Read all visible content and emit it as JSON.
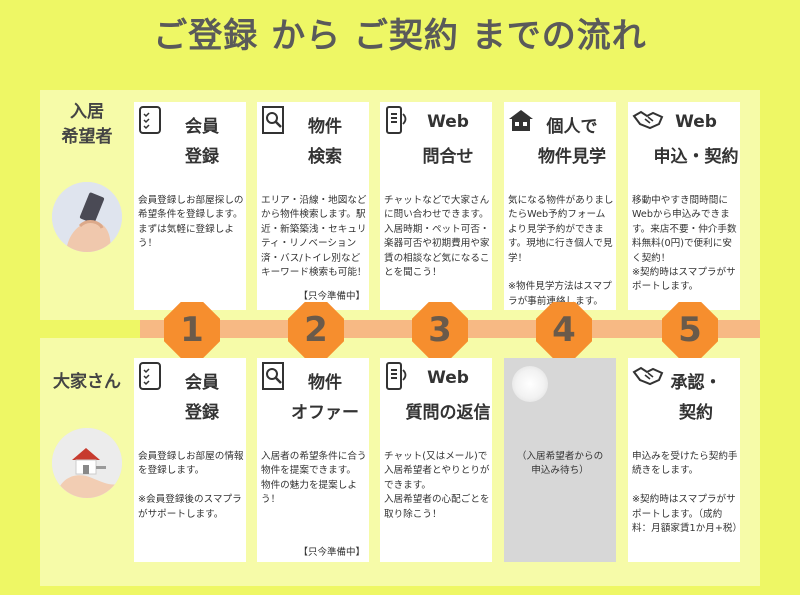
{
  "title": "ご登録 から ご契約 までの流れ",
  "roles": {
    "tenant": "入居\n希望者",
    "landlord": "大家さん"
  },
  "steps": [
    "1",
    "2",
    "3",
    "4",
    "5"
  ],
  "tenant_cards": [
    {
      "icon": "tablet-icon",
      "l1": "会員",
      "l2": "登録",
      "body": "会員登録しお部屋探しの希望条件を登録します。まずは気軽に登録しよう！",
      "note": ""
    },
    {
      "icon": "search-doc-icon",
      "l1": "物件",
      "l2": "検索",
      "body": "エリア・沿線・地図などから物件検索します。駅近・新築築浅・セキュリティ・リノベーション済・バス/トイレ別などキーワード検索も可能！",
      "note": "【只今準備中】"
    },
    {
      "icon": "phone-chat-icon",
      "l1": "Web",
      "l2": "問合せ",
      "body": "チャットなどで大家さんに問い合わせできます。入居時期・ペット可否・楽器可否や初期費用や家賃の相談など気になることを聞こう！",
      "note": ""
    },
    {
      "icon": "house-icon",
      "l1": "個人で",
      "l2": "物件見学",
      "body": "気になる物件がありましたらWeb予約フォームより見学予約ができます。現地に行き個人で見学！\n\n※物件見学方法はスマプラが事前連絡します。",
      "note": ""
    },
    {
      "icon": "handshake-icon",
      "l1": "Web",
      "l2": "申込・契約",
      "body": "移動中やすき間時間にWebから申込みできます。来店不要・仲介手数料無料(0円)で便利に安く契約！\n※契約時はスマプラがサポートします。",
      "note": ""
    }
  ],
  "landlord_cards": [
    {
      "icon": "tablet-icon",
      "l1": "会員",
      "l2": "登録",
      "body": "会員登録しお部屋の情報を登録します。\n\n※会員登録後のスマプラがサポートします。",
      "note": ""
    },
    {
      "icon": "search-doc-icon",
      "l1": "物件",
      "l2": "オファー",
      "body": "入居者の希望条件に合う物件を提案できます。\n物件の魅力を提案しよう！",
      "note": "【只今準備中】"
    },
    {
      "icon": "phone-chat-icon",
      "l1": "Web",
      "l2": "質問の返信",
      "body": "チャット(又はメール)で入居希望者とやりとりができます。\n入居希望者の心配ごとを取り除こう！",
      "note": ""
    },
    {
      "icon": "",
      "l1": "",
      "l2": "",
      "body": "（入居希望者からの\n申込み待ち）",
      "note": ""
    },
    {
      "icon": "handshake-icon",
      "l1": "承認・",
      "l2": "契約",
      "body": "申込みを受けたら契約手続きをします。\n\n※契約時はスマプラがサポートします。（成約料：月額家賃1か月+税）",
      "note": ""
    }
  ],
  "colors": {
    "background": "#eef765",
    "band": "#f6fba8",
    "step": "#f68e2e",
    "stripe": "#f7b984"
  }
}
